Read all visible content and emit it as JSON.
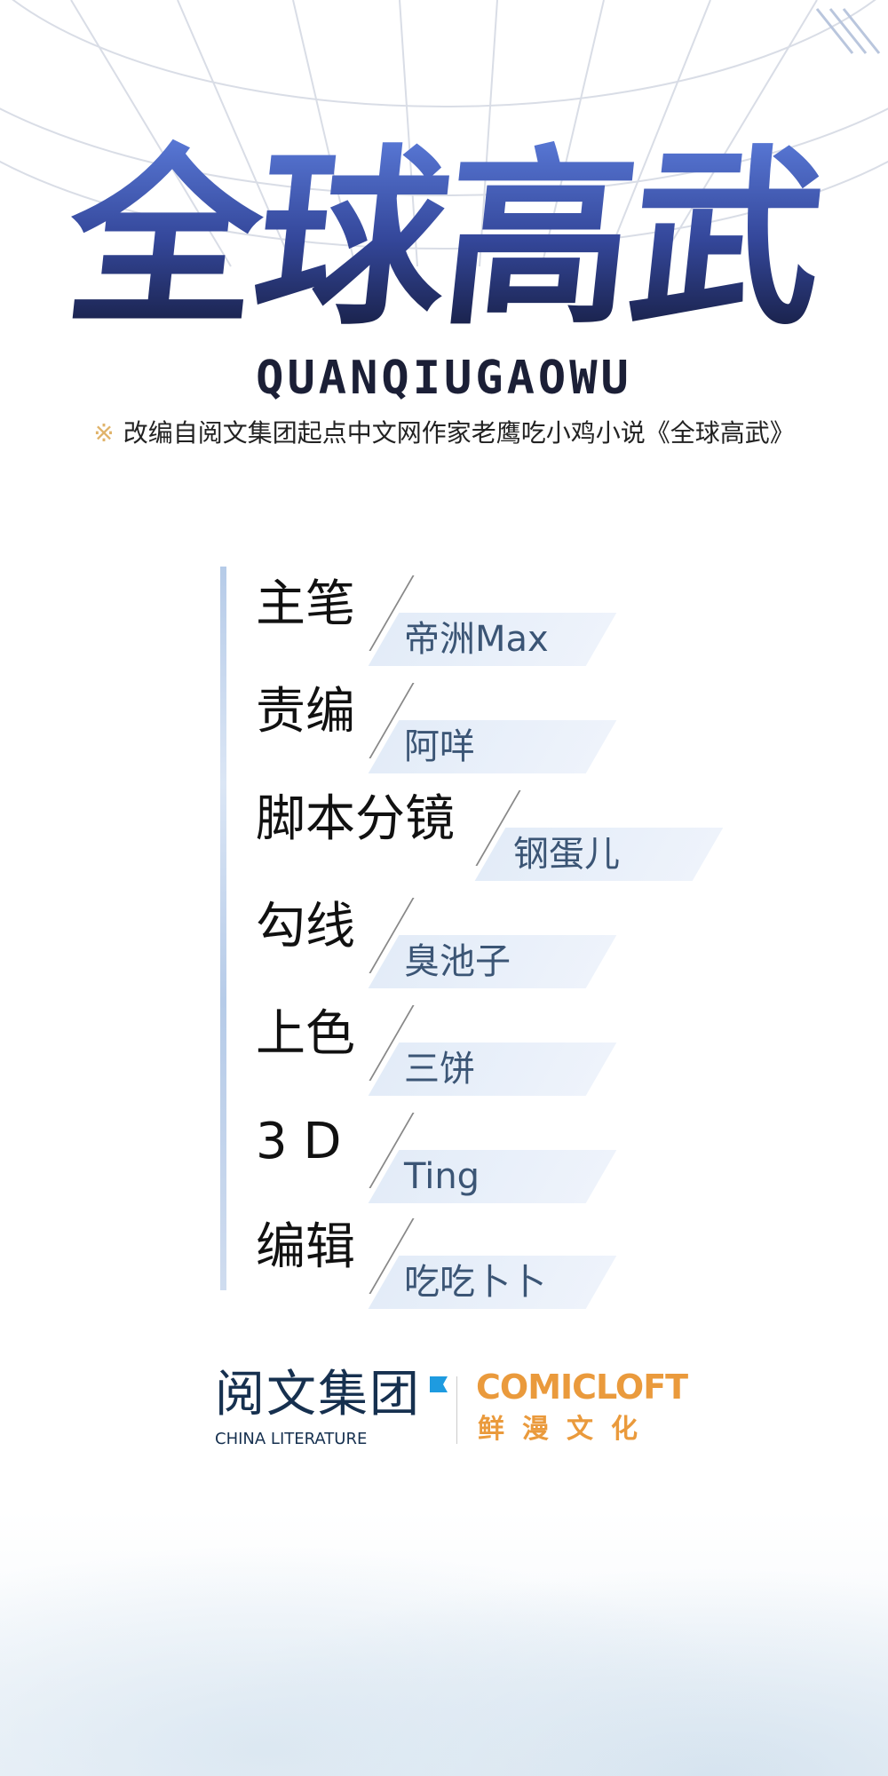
{
  "title": "全球高武",
  "pinyin": "QUANQIUGAOWU",
  "attribution": {
    "mark": "※",
    "text": "改编自阅文集团起点中文网作家老鹰吃小鸡小说《全球高武》"
  },
  "credits": [
    {
      "role": "主笔",
      "name": "帝洲Max"
    },
    {
      "role": "责编",
      "name": "阿咩"
    },
    {
      "role": "脚本分镜",
      "name": "钢蛋儿"
    },
    {
      "role": "勾线",
      "name": "臭池子"
    },
    {
      "role": "上色",
      "name": "三饼"
    },
    {
      "role": "3 D",
      "name": "Ting"
    },
    {
      "role": "编辑",
      "name": "吃吃卜卜"
    }
  ],
  "logos": {
    "china_literature_cn": "阅文集团",
    "china_literature_en": "CHINA LITERATURE",
    "comicloft_en": "COMICLOFT",
    "comicloft_cn": "鲜漫文化"
  },
  "colors": {
    "accent": "#34479a",
    "name_text": "#3b5575",
    "comicloft": "#ea9a3c",
    "china_literature": "#16304f"
  }
}
